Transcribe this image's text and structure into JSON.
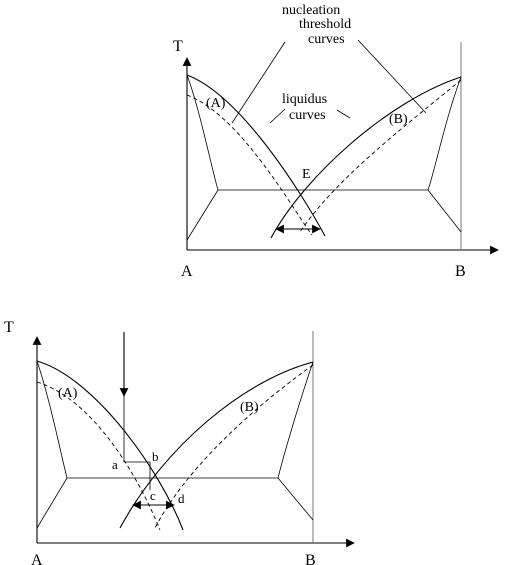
{
  "top_diagram": {
    "axis_t": "T",
    "label_a": "A",
    "label_b": "B",
    "annotation_nucleation": [
      "nucleation",
      "threshold",
      "curves"
    ],
    "annotation_liquidus": [
      "liquidus",
      "curves"
    ],
    "region_a": "(A)",
    "region_b": "(B)",
    "eutectic": "E"
  },
  "bottom_diagram": {
    "axis_t": "T",
    "label_a": "A",
    "label_b": "B",
    "region_a": "(A)",
    "region_b": "(B)",
    "point_a": "a",
    "point_b": "b",
    "point_c": "c",
    "point_d": "d"
  }
}
